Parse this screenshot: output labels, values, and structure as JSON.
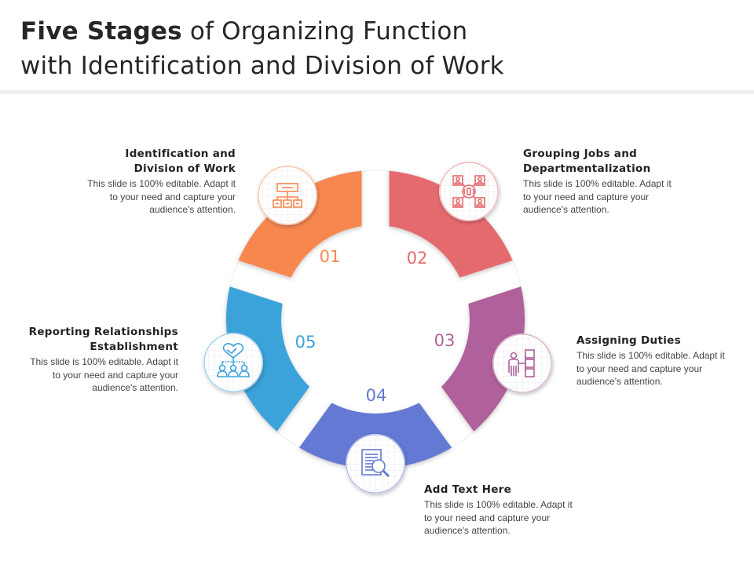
{
  "title": {
    "bold": "Five Stages",
    "rest_line1": " of Organizing Function",
    "line2": "with Identification and Division of Work"
  },
  "colors": {
    "stage1": "#F7874F",
    "stage2": "#E46A6E",
    "stage3": "#B0609A",
    "stage4": "#6479D3",
    "stage5": "#3AA3DA",
    "title_text": "#262626",
    "rule": "#F0F0F0"
  },
  "stages": [
    {
      "number": "01",
      "heading_line1": "Identification and",
      "heading_line2": "Division of Work",
      "body": "This slide is 100% editable. Adapt it to your need and capture your audience's attention.",
      "icon": "org-chart-icon"
    },
    {
      "number": "02",
      "heading_line1": "Grouping Jobs and",
      "heading_line2": "Departmentalization",
      "body": "This slide is 100% editable. Adapt it to your need and capture your audience's attention.",
      "icon": "network-team-icon"
    },
    {
      "number": "03",
      "heading_line1": "Assigning Duties",
      "heading_line2": "",
      "body": "This slide is 100% editable. Adapt it to your need and capture your audience's attention.",
      "icon": "person-tasks-icon"
    },
    {
      "number": "04",
      "heading_line1": "Add Text Here",
      "heading_line2": "",
      "body": "This slide is 100% editable. Adapt it to your need and capture your audience's attention.",
      "icon": "document-search-icon"
    },
    {
      "number": "05",
      "heading_line1": "Reporting Relationships",
      "heading_line2": "Establishment",
      "body": "This slide is 100% editable. Adapt it to your need and capture your audience's attention.",
      "icon": "handshake-team-icon"
    }
  ]
}
